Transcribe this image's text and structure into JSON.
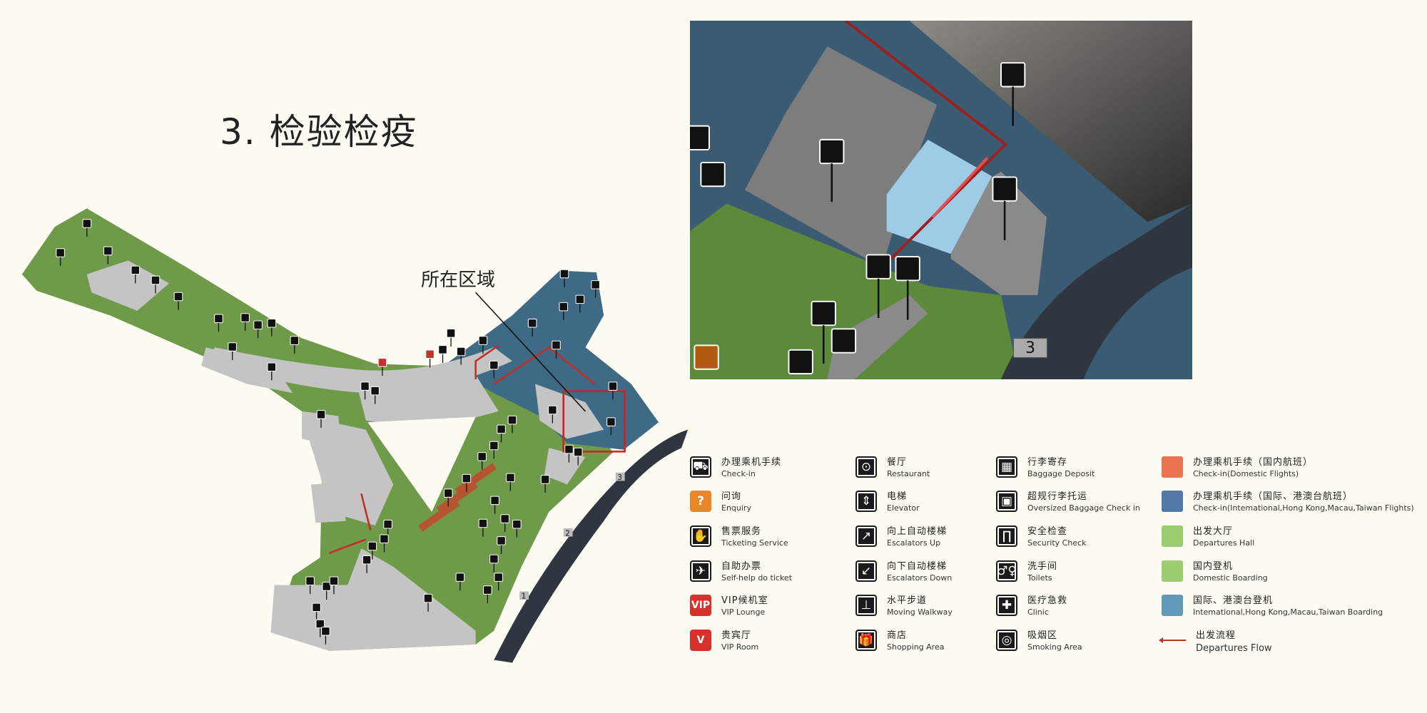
{
  "title": "3. 检验检疫",
  "area_label": "所在区域",
  "map": {
    "road_numbers": [
      "1",
      "2",
      "3"
    ],
    "inset_road_number": "3"
  },
  "colors": {
    "departures_hall": "#6f9a4a",
    "international": "#3f6a86",
    "corridor": "#c4c4c4",
    "road": "#2f3640",
    "highlight": "#d62020",
    "flow": "#c0302a"
  },
  "legend": {
    "icons": [
      {
        "icon": "check-in-icon",
        "glyph": "⛟",
        "zh": "办理乘机手续",
        "en": "Check-in"
      },
      {
        "icon": "enquiry-icon",
        "glyph": "?",
        "zh": "问询",
        "en": "Enquiry",
        "style": "orange"
      },
      {
        "icon": "ticketing-icon",
        "glyph": "✋",
        "zh": "售票服务",
        "en": "Ticketing Service"
      },
      {
        "icon": "self-help-ticket-icon",
        "glyph": "✈",
        "zh": "自助办票",
        "en": "Self-help do ticket"
      },
      {
        "icon": "vip-lounge-icon",
        "glyph": "VIP",
        "zh": "VIP候机室",
        "en": "VIP Lounge",
        "style": "red"
      },
      {
        "icon": "vip-room-icon",
        "glyph": "V",
        "zh": "贵宾厅",
        "en": "VIP Room",
        "style": "red"
      },
      {
        "icon": "restaurant-icon",
        "glyph": "⊙",
        "zh": "餐厅",
        "en": "Restaurant"
      },
      {
        "icon": "elevator-icon",
        "glyph": "⇕",
        "zh": "电梯",
        "en": "Elevator"
      },
      {
        "icon": "escalator-up-icon",
        "glyph": "↗",
        "zh": "向上自动楼梯",
        "en": "Escalators Up"
      },
      {
        "icon": "escalator-down-icon",
        "glyph": "↙",
        "zh": "向下自动楼梯",
        "en": "Escalators Down"
      },
      {
        "icon": "moving-walkway-icon",
        "glyph": "⊥",
        "zh": "水平步道",
        "en": "Moving Walkway"
      },
      {
        "icon": "shopping-icon",
        "glyph": "🎁",
        "zh": "商店",
        "en": "Shopping Area"
      },
      {
        "icon": "baggage-deposit-icon",
        "glyph": "▦",
        "zh": "行李寄存",
        "en": "Baggage Deposit"
      },
      {
        "icon": "oversized-baggage-icon",
        "glyph": "▣",
        "zh": "超规行李托运",
        "en": "Oversized Baggage Check in"
      },
      {
        "icon": "security-check-icon",
        "glyph": "∏",
        "zh": "安全检查",
        "en": "Security Check"
      },
      {
        "icon": "toilets-icon",
        "glyph": "♂♀",
        "zh": "洗手间",
        "en": "Toilets"
      },
      {
        "icon": "clinic-icon",
        "glyph": "✚",
        "zh": "医疗急救",
        "en": "Clinic"
      },
      {
        "icon": "smoking-icon",
        "glyph": "◎",
        "zh": "吸烟区",
        "en": "Smoking Area"
      }
    ],
    "areas": [
      {
        "color": "#e8754f",
        "zh": "办理乘机手续（国内航班）",
        "en": "Check-in(Domestic Flights)"
      },
      {
        "color": "#5279a8",
        "zh": "办理乘机手续（国际、港澳台航班）",
        "en": "Check-in(Intemational,Hong Kong,Macau,Taiwan Flights)"
      },
      {
        "color": "#9ccd6f",
        "zh": "出发大厅",
        "en": "Departures Hall"
      },
      {
        "color": "#9ccd6f",
        "zh": "国内登机",
        "en": "Domestic Boarding"
      },
      {
        "color": "#6199b8",
        "zh": "国际、港澳台登机",
        "en": "Intemational,Hong Kong,Macau,Taiwan Boarding"
      }
    ],
    "flow": {
      "zh": "出发流程",
      "en": "Departures Flow"
    }
  }
}
